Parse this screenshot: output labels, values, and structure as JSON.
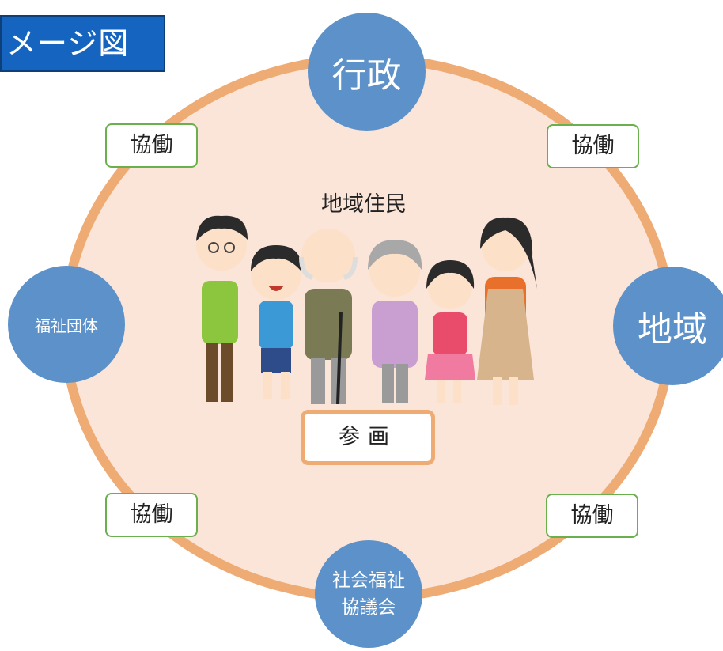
{
  "title": "メージ図",
  "nodes": {
    "gyosei": "行政",
    "chiiki": "地域",
    "fukushi_dantai": "福祉団体",
    "shakyo_line1": "社会福祉",
    "shakyo_line2": "協議会"
  },
  "collaboration": [
    "協働",
    "協働",
    "協働",
    "協働"
  ],
  "center": {
    "label": "地域住民",
    "participation": "参画"
  },
  "colors": {
    "banner": "#1565c0",
    "circle_fill": "#fbe4d8",
    "circle_stroke": "#eeab73",
    "node": "#5c91c9",
    "kyodo_border": "#6ab04c"
  }
}
